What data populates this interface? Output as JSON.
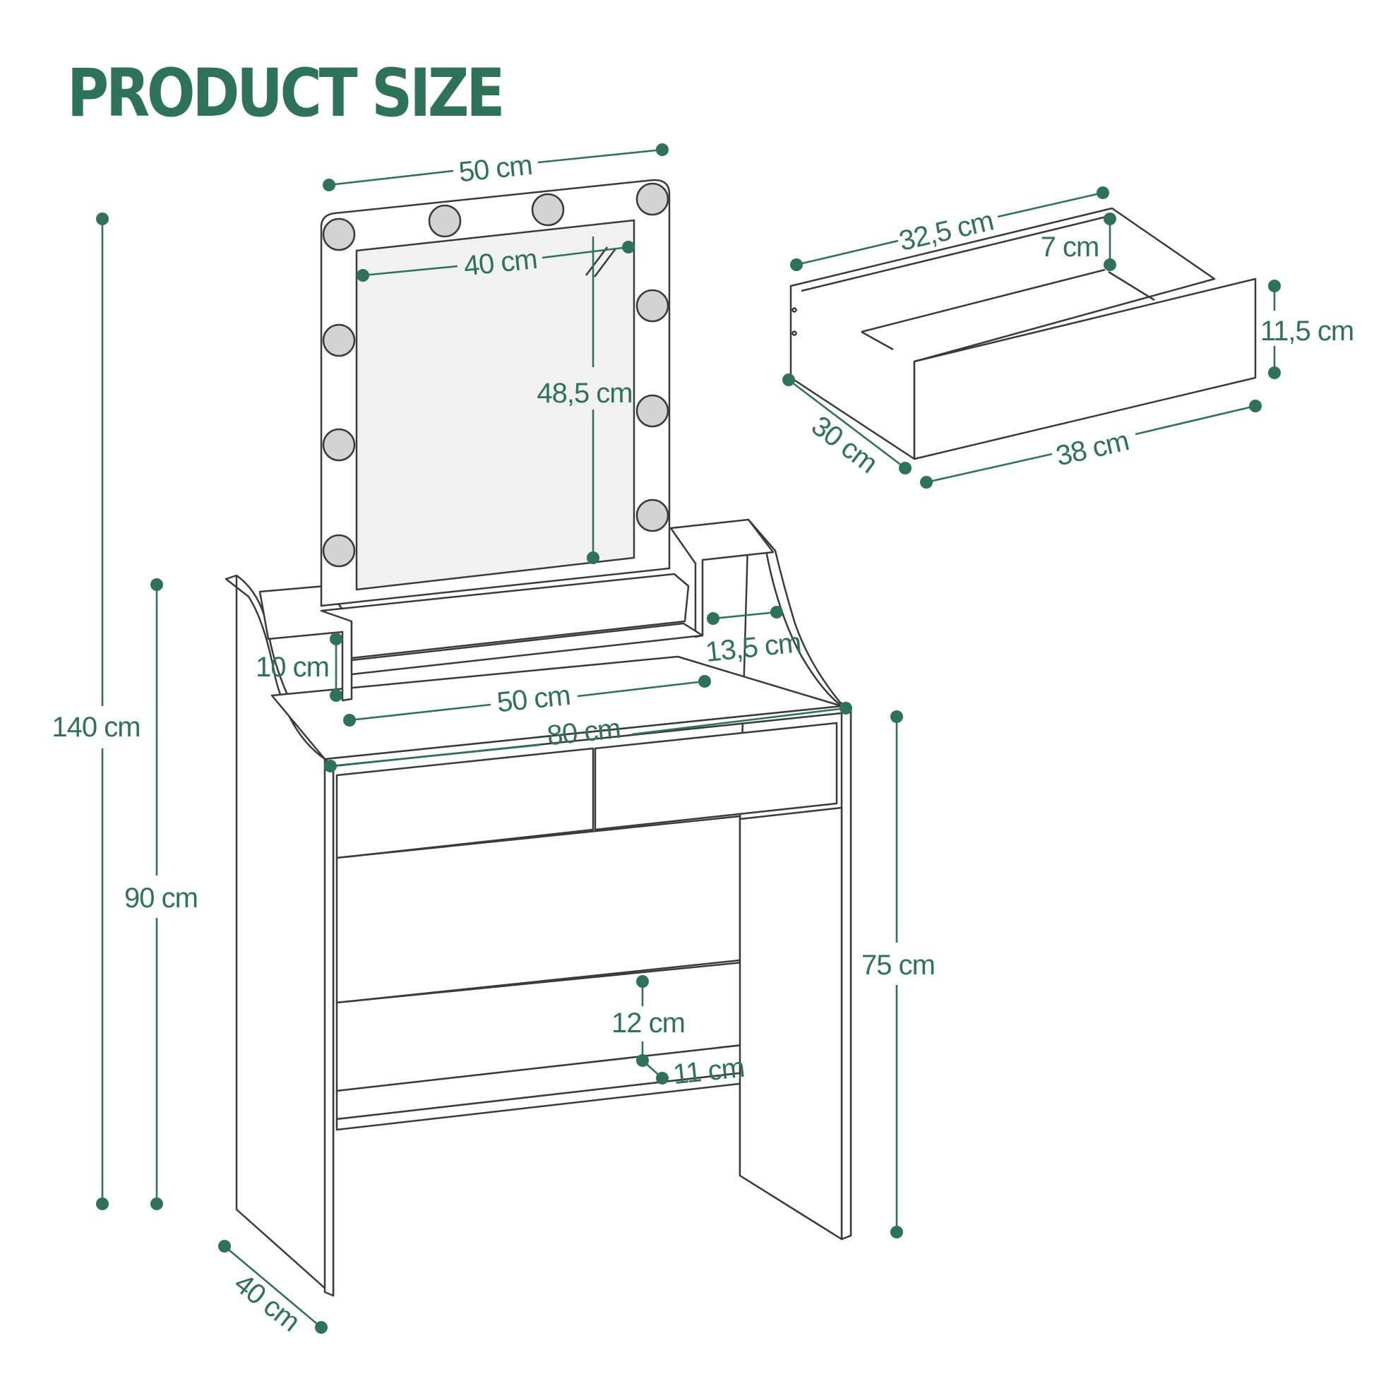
{
  "title": "PRODUCT SIZE",
  "accent_color": "#2e7357",
  "outline_color": "#3a3a3a",
  "dimensions": {
    "total_height": "140 cm",
    "table_height_with_shelves": "90 cm",
    "desk_height": "75 cm",
    "depth": "40 cm",
    "width": "80 cm",
    "mirror_width": "50 cm",
    "mirror_glass_width": "40 cm",
    "mirror_glass_height": "48,5 cm",
    "shelf_span": "50 cm",
    "shelf_height": "10 cm",
    "side_shelf_depth": "13,5 cm",
    "footrest_height": "12 cm",
    "footrest_depth": "11 cm",
    "drawer_inner_width": "32,5 cm",
    "drawer_inner_height": "7 cm",
    "drawer_front_height": "11,5 cm",
    "drawer_depth": "30 cm",
    "drawer_width": "38 cm"
  }
}
